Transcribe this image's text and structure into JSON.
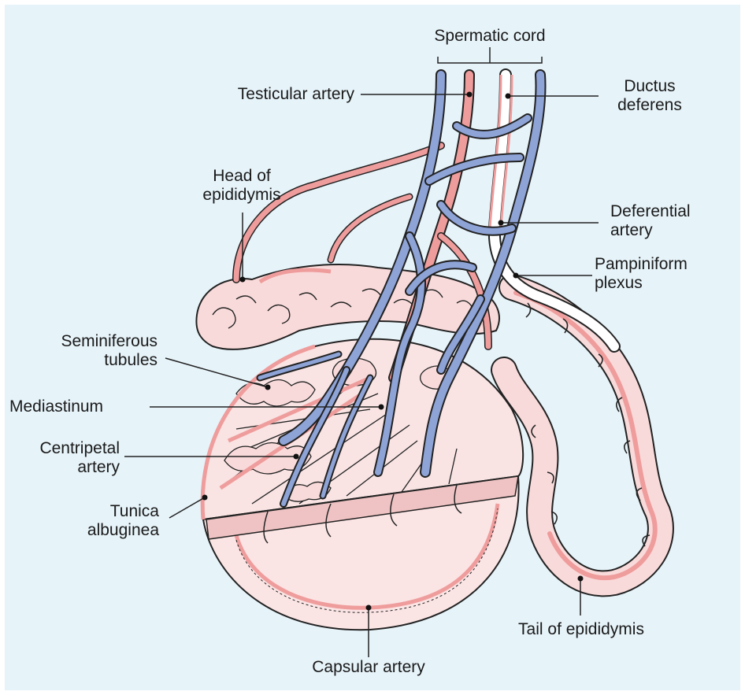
{
  "colors": {
    "background": "#e6f3f9",
    "tissue": "#f9dada",
    "tissue_dark": "#f0c0c0",
    "artery": "#ef9c9c",
    "vein": "#8ea3d6",
    "line": "#222222"
  },
  "labels": {
    "spermatic_cord": "Spermatic cord",
    "testicular_artery": "Testicular artery",
    "ductus_deferens": [
      "Ductus",
      "deferens"
    ],
    "head_of_epididymis": [
      "Head of",
      "epididymis"
    ],
    "deferential_artery": [
      "Deferential",
      "artery"
    ],
    "pampiniform_plexus": [
      "Pampiniform",
      "plexus"
    ],
    "seminiferous_tubules": [
      "Seminiferous",
      "tubules"
    ],
    "mediastinum": "Mediastinum",
    "centripetal_artery": [
      "Centripetal",
      "artery"
    ],
    "tunica_albuginea": [
      "Tunica",
      "albuginea"
    ],
    "tail_of_epididymis": "Tail of epididymis",
    "capsular_artery": "Capsular artery"
  }
}
